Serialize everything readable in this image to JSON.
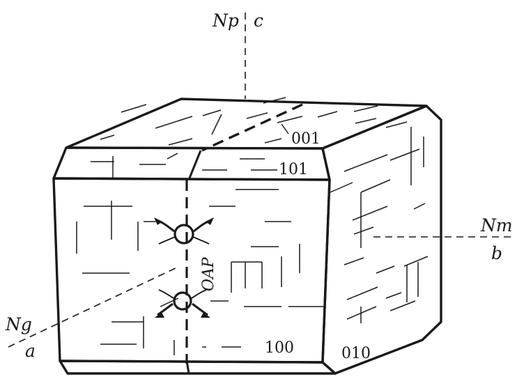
{
  "labels": {
    "np": "Np",
    "c": "c",
    "nm": "Nm",
    "b": "b",
    "ng": "Ng",
    "a": "a",
    "oap": "OAP",
    "face_001": "001",
    "face_101": "101",
    "face_100": "100",
    "face_010": "010"
  },
  "colors": {
    "ink": "#1a1a1a",
    "paper": "#ffffff"
  }
}
